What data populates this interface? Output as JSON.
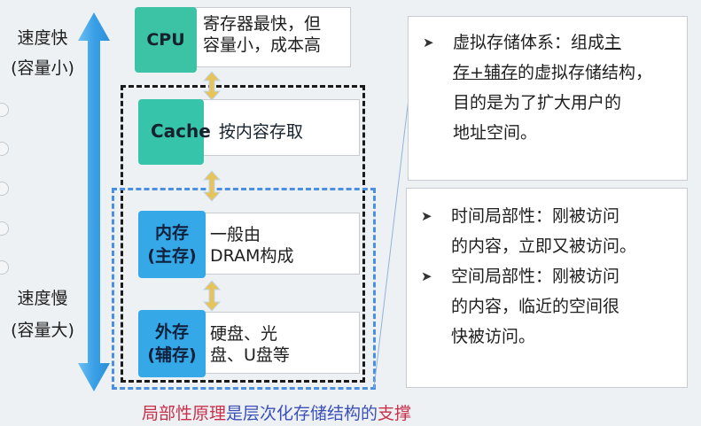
{
  "side_labels": {
    "fast": "速度快",
    "small": "(容量小)",
    "slow": "速度慢",
    "large": "(容量大)"
  },
  "levels": [
    {
      "id": "cpu",
      "label": "CPU",
      "desc_line1": "寄存器最快，但",
      "desc_line2": "容量小，成本高"
    },
    {
      "id": "cache",
      "label": "Cache",
      "desc": "按内容存取"
    },
    {
      "id": "main_memory",
      "label_line1": "内存",
      "label_line2": "(主存)",
      "desc_line1": "一般由",
      "desc_line2": "DRAM构成"
    },
    {
      "id": "external_memory",
      "label_line1": "外存",
      "label_line2": "(辅存)",
      "desc_line1": "硬盘、光",
      "desc_line2": "盘、U盘等"
    }
  ],
  "note_top": {
    "bullet": "➤",
    "line1_a": "虚拟存储体系：组成",
    "line1_b": "主",
    "line2_a": "存",
    "line2_b": "+",
    "line2_c": "辅存",
    "line2_d": "的虚拟存储结构，",
    "line3": "目的是为了扩大用户的",
    "line4": "地址空间。"
  },
  "note_bottom": {
    "bullet": "➤",
    "item1_line1": "时间局部性：刚被访问",
    "item1_line2": "的内容，立即又被访问。",
    "item2_line1": "空间局部性：刚被访问",
    "item2_line2": "的内容，临近的空间很",
    "item2_line3": "快被访问。"
  },
  "footer": {
    "part1": "局部性原理",
    "part2": "是层次化存储结构的",
    "part3": "支撑"
  },
  "colors": {
    "cpu_block": "#3cc3a6",
    "cache_block": "#36c4aa",
    "memory_block": "#35a8e8",
    "axis_arrow": "#3aa0e6",
    "dashed_black": "#1a1a1a",
    "dashed_blue": "#4a8fe0",
    "updown_arrow": "#e8c35a",
    "footer_red": "#c8304a",
    "footer_blue": "#3a4fb8"
  }
}
